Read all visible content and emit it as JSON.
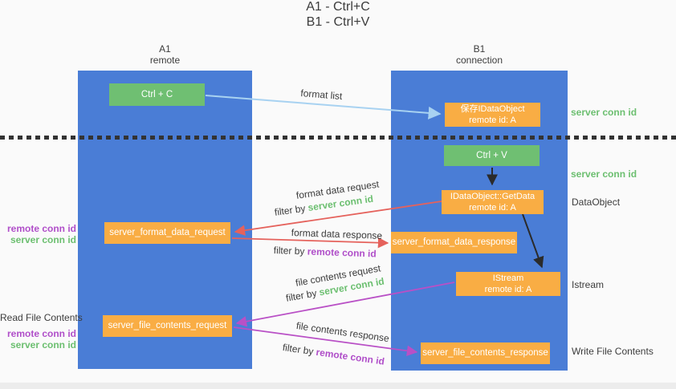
{
  "title": {
    "line1": "A1 - Ctrl+C",
    "line2": "B1 - Ctrl+V"
  },
  "lifelines": {
    "left": {
      "name": "A1",
      "role": "remote"
    },
    "right": {
      "name": "B1",
      "role": "connection"
    }
  },
  "boxes": {
    "ctrl_c": {
      "label": "Ctrl + C"
    },
    "ctrl_v": {
      "label": "Ctrl + V"
    },
    "save_idataobject": {
      "line1": "保存IDataObject",
      "line2": "remote id: A"
    },
    "getdata": {
      "line1": "IDataObject::GetData",
      "line2": "remote id: A"
    },
    "istream": {
      "line1": "IStream",
      "line2": "remote id: A"
    },
    "format_request": {
      "label": "server_format_data_request"
    },
    "format_response": {
      "label": "server_format_data_response"
    },
    "file_request": {
      "label": "server_file_contents_request"
    },
    "file_response": {
      "label": "server_file_contents_response"
    }
  },
  "arrows": {
    "format_list": {
      "label": "format list"
    },
    "format_data_request": {
      "label": "format data request",
      "filter_prefix": "filter by",
      "filter_key": "server conn id"
    },
    "format_data_response": {
      "label": "format data response",
      "filter_prefix": "filter by",
      "filter_key": "remote conn id"
    },
    "file_contents_request": {
      "label": "file contents request",
      "filter_prefix": "filter by",
      "filter_key": "server conn id"
    },
    "file_contents_response": {
      "label": "file contents response",
      "filter_prefix": "filter by",
      "filter_key": "remote conn id"
    }
  },
  "side_labels": {
    "right_server_conn_top": "server conn id",
    "right_server_conn_mid": "server conn id",
    "dataobject": "DataObject",
    "istream": "Istream",
    "write_file_contents": "Write File Contents",
    "read_file_contents": "Read File Contents",
    "left_remote_conn_top": "remote conn id",
    "left_server_conn_top": "server conn id",
    "left_remote_conn_bottom": "remote conn id",
    "left_server_conn_bottom": "server conn id"
  },
  "colors": {
    "column_blue": "#4a7dd6",
    "box_green": "#6fbf72",
    "box_orange": "#f9ad44",
    "arrow_red": "#e5625c",
    "arrow_purple": "#b950c6",
    "arrow_lightblue": "#a8d2f1",
    "arrow_black": "#2b2b2b",
    "text_green": "#6cbf70",
    "text_purple": "#b04fc9",
    "text_dark": "#3c3c3c",
    "background": "#fafafa"
  }
}
